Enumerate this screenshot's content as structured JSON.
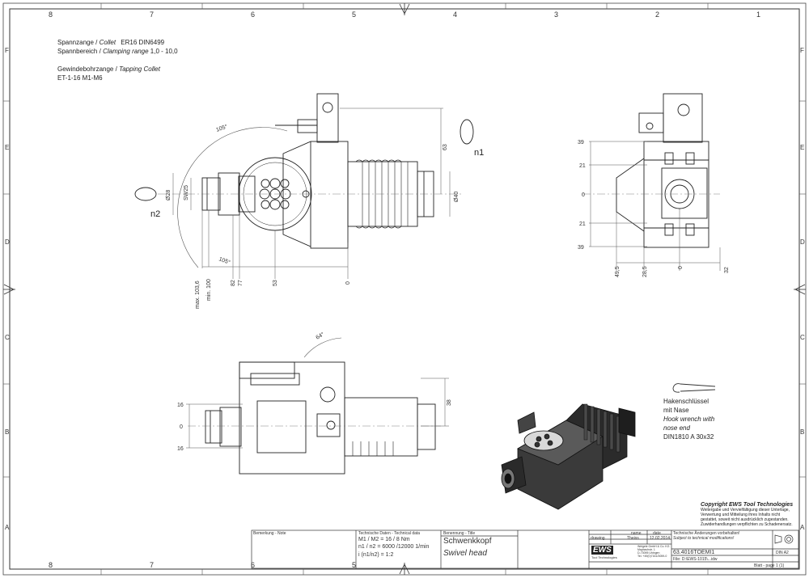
{
  "border": {
    "columns_top": [
      "8",
      "7",
      "6",
      "5",
      "4",
      "3",
      "2",
      "1"
    ],
    "columns_bottom": [
      "8",
      "7",
      "6",
      "5",
      "4",
      "3",
      "2",
      "1"
    ],
    "rows_left": [
      "F",
      "E",
      "D",
      "C",
      "B",
      "A"
    ],
    "rows_right": [
      "F",
      "E",
      "D",
      "C",
      "B",
      "A"
    ]
  },
  "notes": {
    "collet_line1_de": "Spannzange /",
    "collet_line1_en": "Collet",
    "collet_line1_spec": "ER16   DIN6499",
    "clamp_line_de": "Spannbereich /",
    "clamp_line_en": "Clamping range",
    "clamp_line_val": "1,0 - 10,0",
    "tapping_line_de": "Gewindebohrzange /",
    "tapping_line_en": "Tapping Collet",
    "tapping_spec": "ET-1-16   M1-M6"
  },
  "front_view": {
    "angle_top": "105°",
    "angle_bottom": "105°",
    "dim_63": "63",
    "label_n1": "n1",
    "label_n2": "n2",
    "dim_d28": "Ø28",
    "dim_sw25": "SW25",
    "dim_d40": "Ø40",
    "dim_max": "max. 103,6",
    "dim_min": "min. 100",
    "dim_82": "82",
    "dim_77": "77",
    "dim_53": "53",
    "dim_0": "0"
  },
  "side_view": {
    "dims_left": [
      "39",
      "21",
      "0",
      "21",
      "39"
    ],
    "dims_bottom": [
      "49,5",
      "28,5",
      "0",
      "32"
    ]
  },
  "top_view": {
    "angle": "64°",
    "dims_left": [
      "16",
      "0",
      "16"
    ],
    "dim_38": "38"
  },
  "hook_wrench": {
    "line1_de": "Hakenschlüssel",
    "line2_de": "mit Nase",
    "line1_en": "Hook wrench with",
    "line2_en": "nose end",
    "spec": "DIN1810  A 30x32"
  },
  "copyright": {
    "title": "Copyright EWS Tool Technologies",
    "line1": "Weitergabe und Vervielfältigung dieser Unterlage,",
    "line2": "Verwertung und Mitteilung ihres Inhalts nicht",
    "line3": "gestattet, soweit nicht ausdrücklich zugestanden.",
    "line4": "Zuwiderhandlungen verpflichten zu Schadenersatz."
  },
  "title_block": {
    "remark_label": "Bemerkung - Note",
    "tech_label": "Technische Daten - Technical data",
    "torque": "M1 / M2 = 16  / 8    Nm",
    "speed": "n1 / n2 = 6000 /12000 1/min",
    "ratio": "i  (n1/n2) = 1:2",
    "title_label": "Benennung - Title",
    "title_de": "Schwenkkopf",
    "title_en": "Swivel head",
    "col_name": "name",
    "col_date": "date",
    "row_drawing": "drawing",
    "drawer": "Theiss",
    "date": "12.02.2014",
    "change_line1": "Technische Änderungen vorbehalten!",
    "change_line2": "Subject to technical modifications!",
    "part_no": "63.4016TOEMI1",
    "file": "File: D:\\EWS-1015\\...idw",
    "logo": "EWS",
    "logo_sub": "Tool Technologies",
    "company_line1": "Weigele GmbH & Co. KG",
    "company_line2": "Maybachstr. 1",
    "company_line3": "D-73095 Uhingen",
    "company_line4": "Tel. +49(0)7161/3059-0",
    "norm": "DIN A2",
    "sheet": "Blatt - page  1 (1)"
  }
}
